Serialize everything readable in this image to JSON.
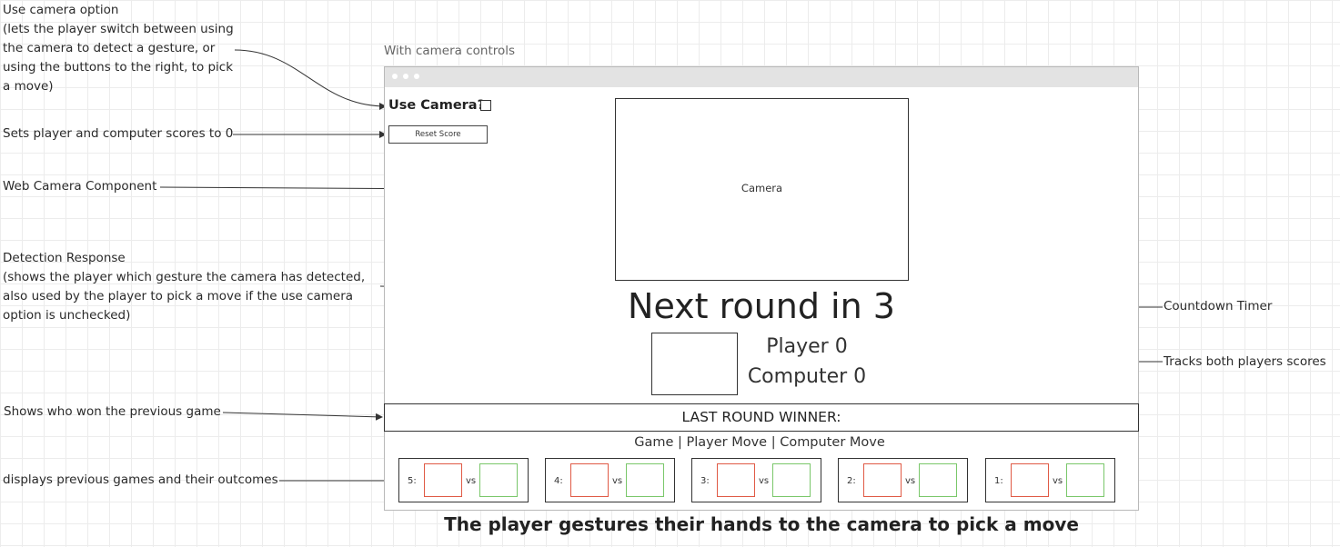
{
  "annotations": {
    "use_camera": [
      "Use camera option",
      "(lets the player switch between using",
      "the camera to detect a gesture, or",
      "using the buttons to the right, to pick",
      "a move)"
    ],
    "reset_score": "Sets player and computer scores to 0",
    "web_camera": "Web Camera Component",
    "detection": [
      "Detection Response",
      "(shows the player which gesture the camera has detected,",
      "also used by the player to pick a move if the use camera",
      "option is unchecked)"
    ],
    "previous_winner": "Shows who won the previous game",
    "history": "displays previous games and their outcomes",
    "countdown": "Countdown Timer",
    "scores": "Tracks both players scores"
  },
  "frame": {
    "title": "With camera controls",
    "use_camera_label": "Use Camera?",
    "use_camera_checked": false,
    "reset_button_label": "Reset Score",
    "camera_label": "Camera",
    "countdown_text": "Next round in 3",
    "player_score": "Player 0",
    "computer_score": "Computer 0",
    "last_round_winner": "LAST ROUND WINNER:",
    "history_header": "Game | Player Move | Computer Move",
    "history": [
      {
        "game": "5:",
        "vs": "vs"
      },
      {
        "game": "4:",
        "vs": "vs"
      },
      {
        "game": "3:",
        "vs": "vs"
      },
      {
        "game": "2:",
        "vs": "vs"
      },
      {
        "game": "1:",
        "vs": "vs"
      }
    ]
  },
  "caption": "The player gestures their hands to the camera to pick a move",
  "colors": {
    "player_move_border": "#e05a45",
    "computer_move_border": "#7ac76a",
    "connector": "#333333"
  }
}
